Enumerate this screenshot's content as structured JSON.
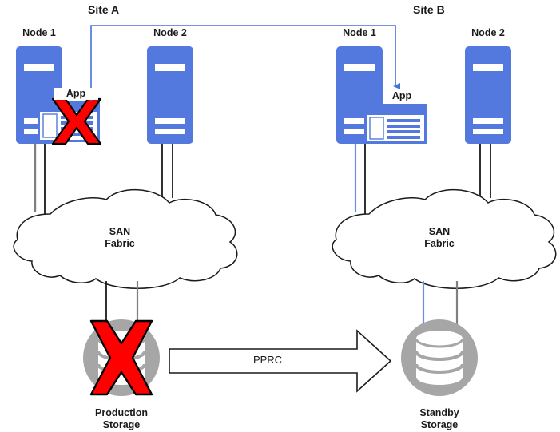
{
  "diagram": {
    "title_hidden": "",
    "colors": {
      "node_blue": "#5479de",
      "cable_blue": "#6b8fe0",
      "cable_black": "#1a1a1a",
      "cable_gray": "#808080",
      "storage_gray": "#a6a6a6",
      "fail_red": "#ff0000",
      "outline_black": "#000000",
      "text_black": "#1a1a1a",
      "white": "#ffffff"
    },
    "sites": [
      {
        "id": "site-a",
        "label": "Site A",
        "nodes": [
          {
            "id": "site-a-node-1",
            "label": "Node 1",
            "has_app": true,
            "app_label": "App",
            "app_failed": true
          },
          {
            "id": "site-a-node-2",
            "label": "Node 2",
            "has_app": false,
            "app_label": "",
            "app_failed": false
          }
        ],
        "fabric": {
          "id": "site-a-san-fabric",
          "line1": "SAN",
          "line2": "Fabric"
        },
        "storage": {
          "id": "production-storage",
          "line1": "Production",
          "line2": "Storage",
          "failed": true
        }
      },
      {
        "id": "site-b",
        "label": "Site B",
        "nodes": [
          {
            "id": "site-b-node-1",
            "label": "Node 1",
            "has_app": true,
            "app_label": "App",
            "app_failed": false
          },
          {
            "id": "site-b-node-2",
            "label": "Node 2",
            "has_app": false,
            "app_label": "",
            "app_failed": false
          }
        ],
        "fabric": {
          "id": "site-b-san-fabric",
          "line1": "SAN",
          "line2": "Fabric"
        },
        "storage": {
          "id": "standby-storage",
          "line1": "Standby",
          "line2": "Storage",
          "failed": false
        }
      }
    ],
    "replication": {
      "id": "pprc-arrow",
      "label": "PPRC",
      "direction": "left-to-right",
      "from": "Production Storage",
      "to": "Standby Storage"
    },
    "failover": {
      "id": "app-failover-connector",
      "description": "App moves from Site A Node 1 to Site B Node 1",
      "direction": "left-to-right"
    }
  }
}
